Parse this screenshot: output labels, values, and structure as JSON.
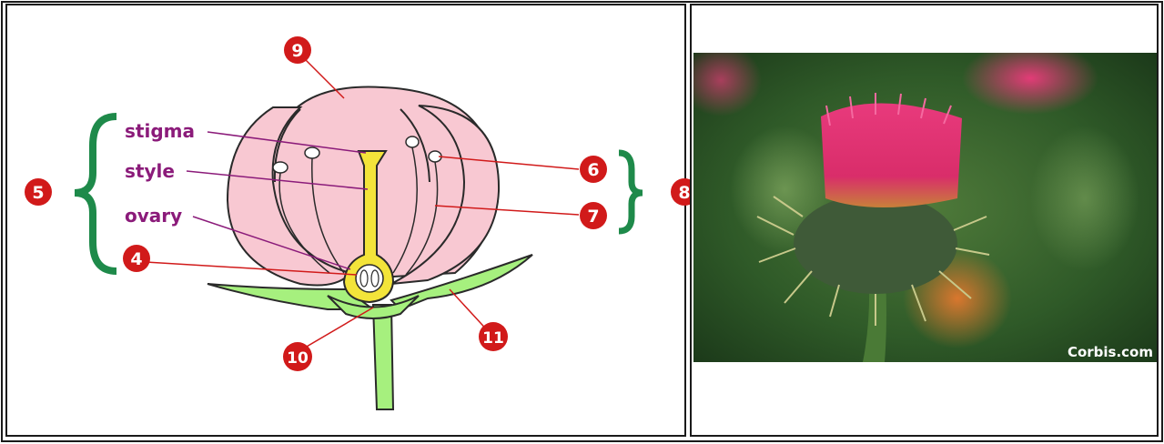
{
  "diagram": {
    "labels": {
      "stigma": "stigma",
      "style": "style",
      "ovary": "ovary"
    },
    "numbers": {
      "n4": "4",
      "n5": "5",
      "n6": "6",
      "n7": "7",
      "n8": "8",
      "n9": "9",
      "n10": "10",
      "n11": "11"
    },
    "colors": {
      "petal": "#f8c8d2",
      "pistil": "#f3e43a",
      "stem": "#a6f07e",
      "bracket": "#1e8a4a",
      "label_text": "#8b1b7a",
      "marker": "#d11a1a"
    }
  },
  "photo": {
    "credit": "Corbis.com"
  }
}
